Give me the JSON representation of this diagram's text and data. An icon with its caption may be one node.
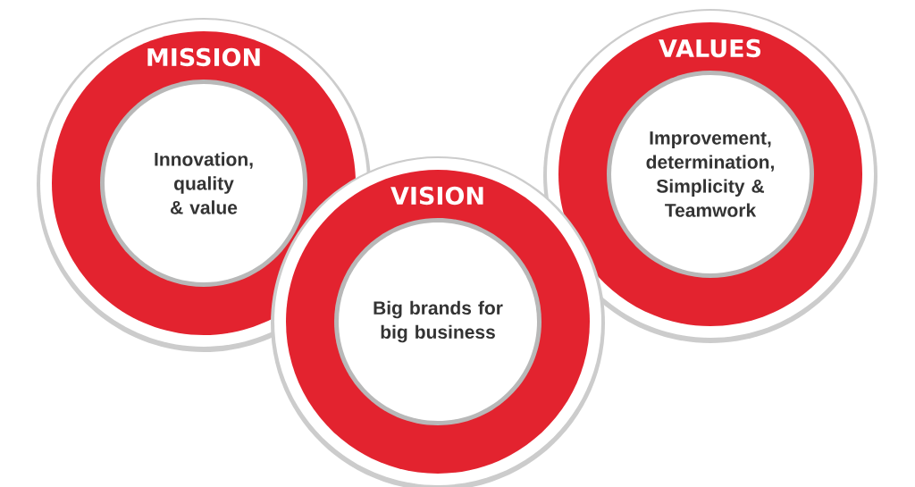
{
  "diagram": {
    "nodes": [
      {
        "text": [
          "MISSION",
          "Innovation, quality & value"
        ]
      },
      {
        "text": [
          "VISION",
          "Big brands for big business"
        ]
      },
      {
        "text": [
          "VALUES",
          "Improvement, determination, Simplicity & Teamwork"
        ]
      }
    ]
  }
}
